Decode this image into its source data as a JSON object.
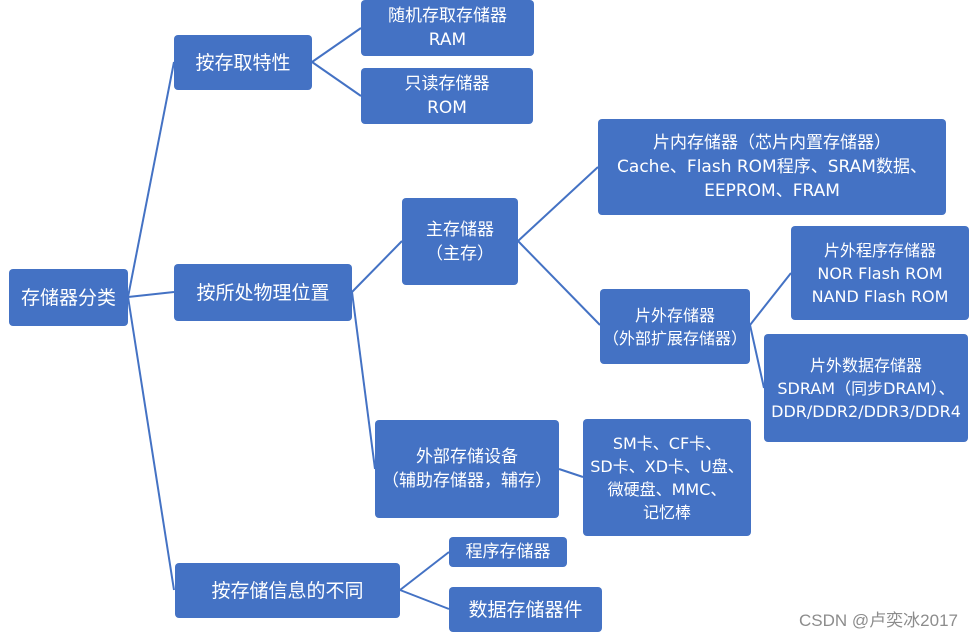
{
  "root": {
    "label": "存储器分类"
  },
  "by_access": {
    "label": "按存取特性",
    "ram": {
      "line1": "随机存取存储器",
      "line2": "RAM"
    },
    "rom": {
      "line1": "只读存储器",
      "line2": "ROM"
    }
  },
  "by_location": {
    "label": "按所处物理位置",
    "main_memory": {
      "line1": "主存储器",
      "line2": "（主存）",
      "onchip": {
        "line1": "片内存储器（芯片内置存储器）",
        "line2": "Cache、Flash ROM程序、SRAM数据、",
        "line3": "EEPROM、FRAM"
      },
      "offchip": {
        "line1": "片外存储器",
        "line2": "（外部扩展存储器）",
        "program": {
          "line1": "片外程序存储器",
          "line2": "NOR Flash ROM",
          "line3": "NAND Flash ROM"
        },
        "data": {
          "line1": "片外数据存储器",
          "line2": "SDRAM（同步DRAM）、",
          "line3": "DDR/DDR2/DDR3/DDR4"
        }
      }
    },
    "external": {
      "line1": "外部存储设备",
      "line2": "（辅助存储器，辅存）",
      "cards": {
        "line1": "SM卡、CF卡、",
        "line2": "SD卡、XD卡、U盘、",
        "line3": "微硬盘、MMC、",
        "line4": "记忆棒"
      }
    }
  },
  "by_info": {
    "label": "按存储信息的不同",
    "program": {
      "label": "程序存储器"
    },
    "data": {
      "label": "数据存储器件"
    }
  },
  "watermark": "CSDN @卢奕冰2017",
  "colors": {
    "node": "#4472c4",
    "line": "#4472c4",
    "text": "#ffffff",
    "watermark": "#8c8c8c"
  }
}
